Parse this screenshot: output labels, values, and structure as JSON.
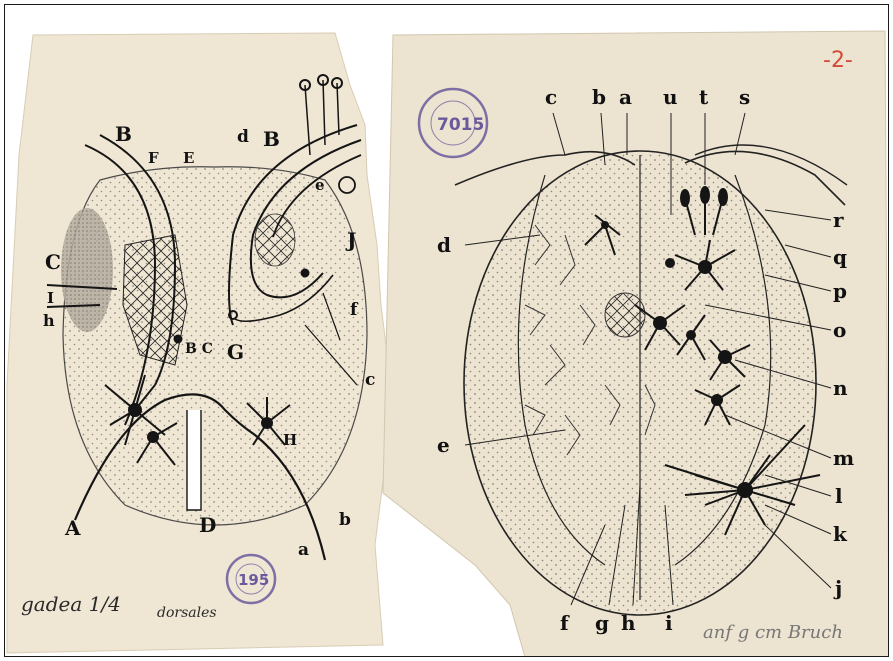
{
  "left_sheet": {
    "labels": {
      "B1": "B",
      "F": "F",
      "E": "E",
      "d": "d",
      "B2": "B",
      "e": "e",
      "J": "J",
      "C": "C",
      "I": "I",
      "h": "h",
      "BC": "B C",
      "G": "G",
      "f": "f",
      "c": "c",
      "H": "H",
      "A": "A",
      "D": "D",
      "a": "a",
      "b": "b"
    },
    "stamp_number": "195",
    "handwriting": [
      "gadea 1/4",
      "dorsales"
    ]
  },
  "right_sheet": {
    "page_number": "-2-",
    "stamp_number": "7015",
    "top_labels": [
      "c",
      "b",
      "a",
      "u",
      "t",
      "s"
    ],
    "right_labels": [
      "r",
      "q",
      "p",
      "o",
      "n",
      "m",
      "l",
      "k",
      "j"
    ],
    "left_labels": [
      "d",
      "e"
    ],
    "bottom_labels": [
      "f",
      "g",
      "h",
      "i"
    ],
    "handwriting": "anf g cm Bruch"
  },
  "colors": {
    "paper": "#efe6d4",
    "ink": "#151515",
    "stamp": "#6a5a9c",
    "red_pencil": "#d24a3a"
  }
}
